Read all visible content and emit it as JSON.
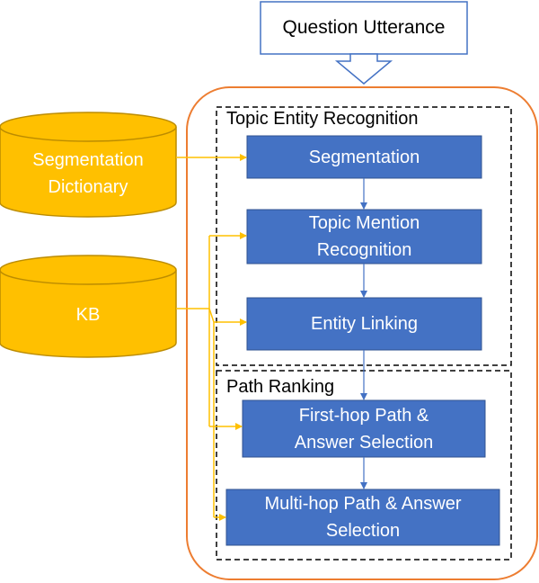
{
  "input_node": {
    "label": "Question Utterance"
  },
  "groups": {
    "topic_entity": {
      "title": "Topic Entity Recognition"
    },
    "path_ranking": {
      "title": "Path Ranking"
    }
  },
  "resources": {
    "segmentation_dictionary": {
      "label": "Segmentation\nDictionary"
    },
    "kb": {
      "label": "KB"
    }
  },
  "steps": {
    "segmentation": {
      "label": "Segmentation"
    },
    "topic_mention": {
      "label": "Topic Mention\nRecognition"
    },
    "entity_linking": {
      "label": "Entity Linking"
    },
    "first_hop": {
      "label": "First-hop Path &\nAnswer Selection"
    },
    "multi_hop": {
      "label": "Multi-hop Path & Answer\nSelection"
    }
  },
  "colors": {
    "step_fill": "#4472c4",
    "step_stroke": "#2f528f",
    "cylinder_fill": "#ffc000",
    "cylinder_stroke": "#bc8c00",
    "container_stroke": "#ed7d31",
    "resource_arrow": "#ffc000",
    "flow_arrow": "#4472c4"
  }
}
